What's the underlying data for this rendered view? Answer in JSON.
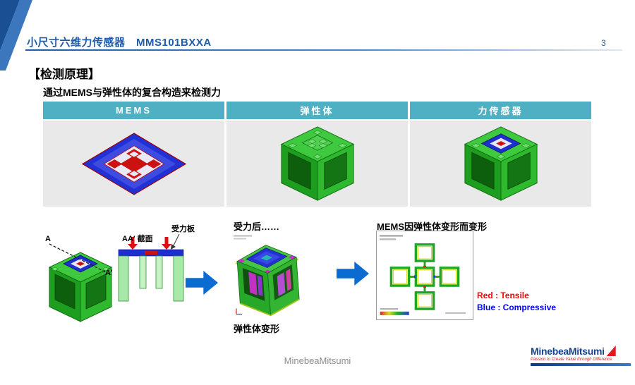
{
  "header": {
    "title": "小尺寸六维力传感器　MMS101BXXA",
    "page_number": "3"
  },
  "section": {
    "heading": "【检测原理】",
    "subheading": "通过MEMS与弹性体的复合构造来检测力"
  },
  "comparison_table": {
    "columns": [
      "MEMS",
      "弹性体",
      "力传感器"
    ]
  },
  "deformation_flow": {
    "label_a": "A",
    "label_a_prime": "A'",
    "section_label": "AA′ 截面",
    "force_plate_label": "受力板",
    "after_force_label": "受力后……",
    "elastic_deformation_label": "弹性体变形",
    "mems_deformation_label": "MEMS因弹性体变形而变形",
    "legend": {
      "red": "Red : Tensile",
      "blue": "Blue : Compressive"
    }
  },
  "footer": {
    "watermark": "MinebeaMitsumi",
    "logo": {
      "brand": "MinebeaMitsumi",
      "tagline": "Passion to Create Value through Difference"
    }
  },
  "colors": {
    "accent_blue": "#1F5CA9",
    "table_header_teal": "#4FB0C4",
    "arrow_blue": "#0B6BD0",
    "tensile_red": "#FF0000",
    "compressive_blue": "#0000FF"
  }
}
